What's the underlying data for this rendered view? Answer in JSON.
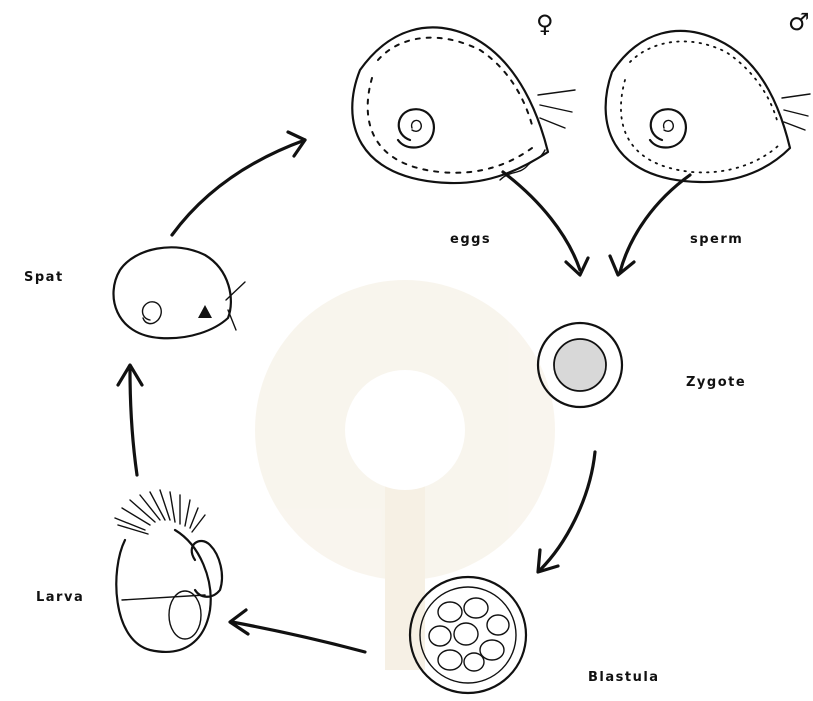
{
  "labels": {
    "female_symbol": "♀",
    "male_symbol": "♂",
    "eggs": "eggs",
    "sperm": "sperm",
    "zygote": "Zygote",
    "blastula": "Blastula",
    "larva": "Larva",
    "spat": "Spat"
  },
  "colors": {
    "ink": "#111111",
    "background": "#ffffff",
    "watermark": "#f4ede0"
  }
}
